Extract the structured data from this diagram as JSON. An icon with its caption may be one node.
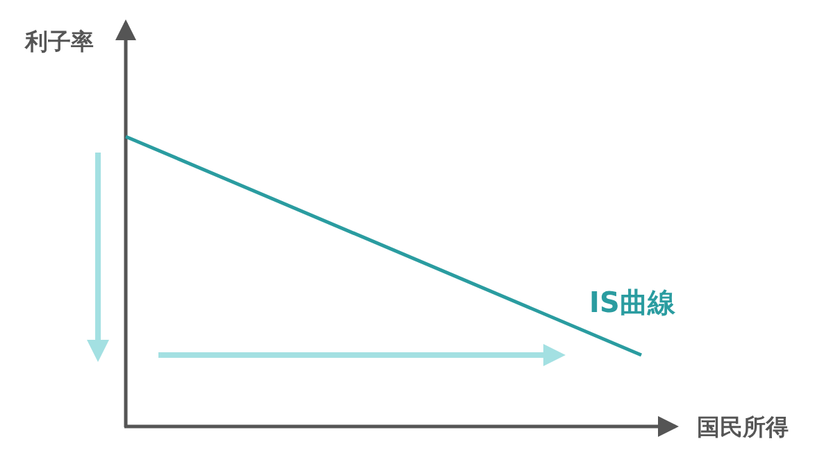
{
  "diagram": {
    "labels": [
      "利子率",
      "IS曲線",
      "国民所得"
    ]
  }
}
